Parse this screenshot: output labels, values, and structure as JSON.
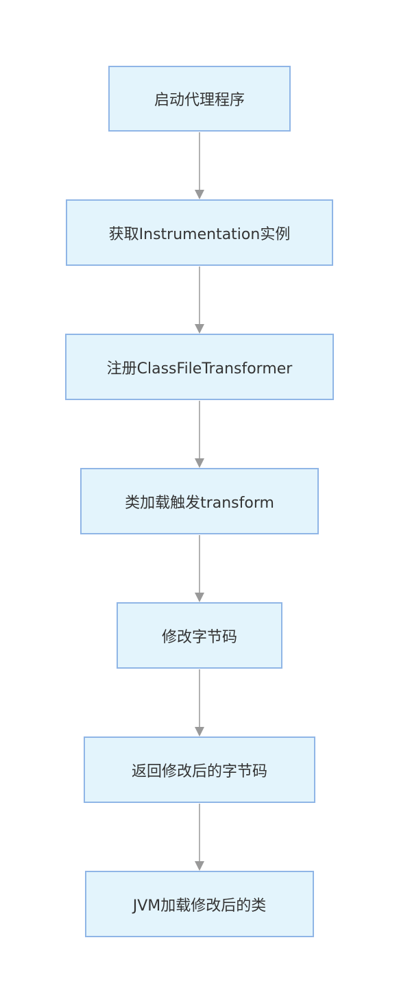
{
  "diagram": {
    "nodes": [
      {
        "id": "n1",
        "label": "启动代理程序"
      },
      {
        "id": "n2",
        "label": "获取Instrumentation实例"
      },
      {
        "id": "n3",
        "label": "注册ClassFileTransformer"
      },
      {
        "id": "n4",
        "label": "类加载触发transform"
      },
      {
        "id": "n5",
        "label": "修改字节码"
      },
      {
        "id": "n6",
        "label": "返回修改后的字节码"
      },
      {
        "id": "n7",
        "label": "JVM加载修改后的类"
      }
    ],
    "edges": [
      {
        "from": "n1",
        "to": "n2"
      },
      {
        "from": "n2",
        "to": "n3"
      },
      {
        "from": "n3",
        "to": "n4"
      },
      {
        "from": "n4",
        "to": "n5"
      },
      {
        "from": "n5",
        "to": "n6"
      },
      {
        "from": "n6",
        "to": "n7"
      }
    ],
    "colors": {
      "node_fill": "#e3f4fc",
      "node_border": "#8fb5e6",
      "edge": "#999999",
      "text": "#333333"
    }
  }
}
